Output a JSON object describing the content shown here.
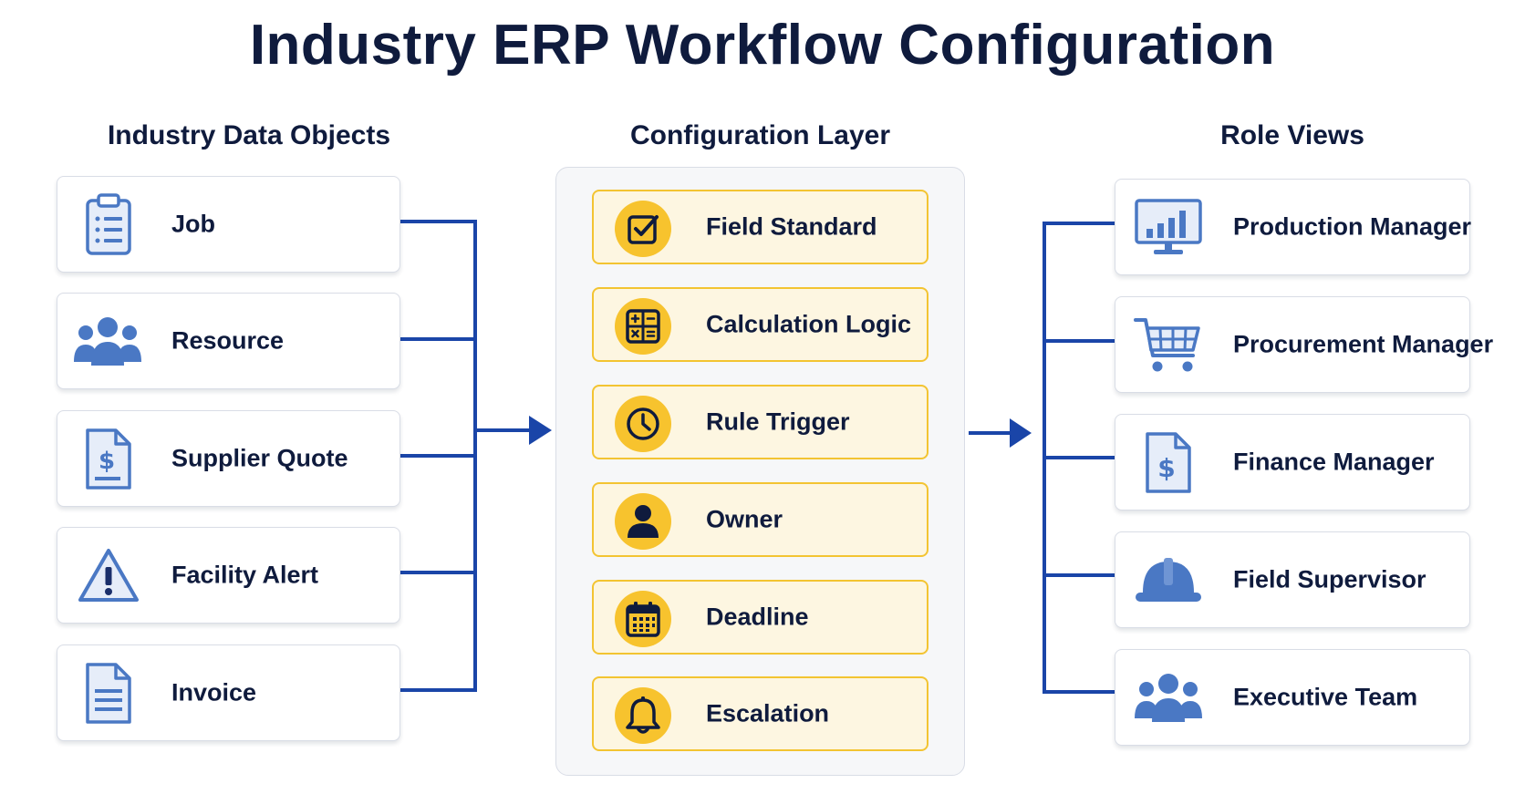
{
  "title": "Industry ERP Workflow Configuration",
  "columns": {
    "left_title": "Industry Data Objects",
    "center_title": "Configuration Layer",
    "right_title": "Role Views"
  },
  "data_objects": [
    {
      "label": "Job",
      "icon": "clipboard-icon"
    },
    {
      "label": "Resource",
      "icon": "people-group-icon"
    },
    {
      "label": "Supplier Quote",
      "icon": "dollar-document-icon"
    },
    {
      "label": "Facility Alert",
      "icon": "warning-triangle-icon"
    },
    {
      "label": "Invoice",
      "icon": "document-icon"
    }
  ],
  "config_items": [
    {
      "label": "Field Standard",
      "icon": "checkbox-icon"
    },
    {
      "label": "Calculation Logic",
      "icon": "calculator-icon"
    },
    {
      "label": "Rule Trigger",
      "icon": "clock-icon"
    },
    {
      "label": "Owner",
      "icon": "person-icon"
    },
    {
      "label": "Deadline",
      "icon": "calendar-icon"
    },
    {
      "label": "Escalation",
      "icon": "bell-icon"
    }
  ],
  "role_views": [
    {
      "label": "Production Manager",
      "icon": "monitor-chart-icon"
    },
    {
      "label": "Procurement Manager",
      "icon": "shopping-cart-icon"
    },
    {
      "label": "Finance Manager",
      "icon": "dollar-document-icon"
    },
    {
      "label": "Field Supervisor",
      "icon": "hard-hat-icon"
    },
    {
      "label": "Executive Team",
      "icon": "people-group-icon"
    }
  ],
  "colors": {
    "connector": "#1a45a8",
    "icon_blue": "#4a78c4",
    "accent_yellow": "#f7c32e",
    "title_navy": "#0f1b3d"
  }
}
